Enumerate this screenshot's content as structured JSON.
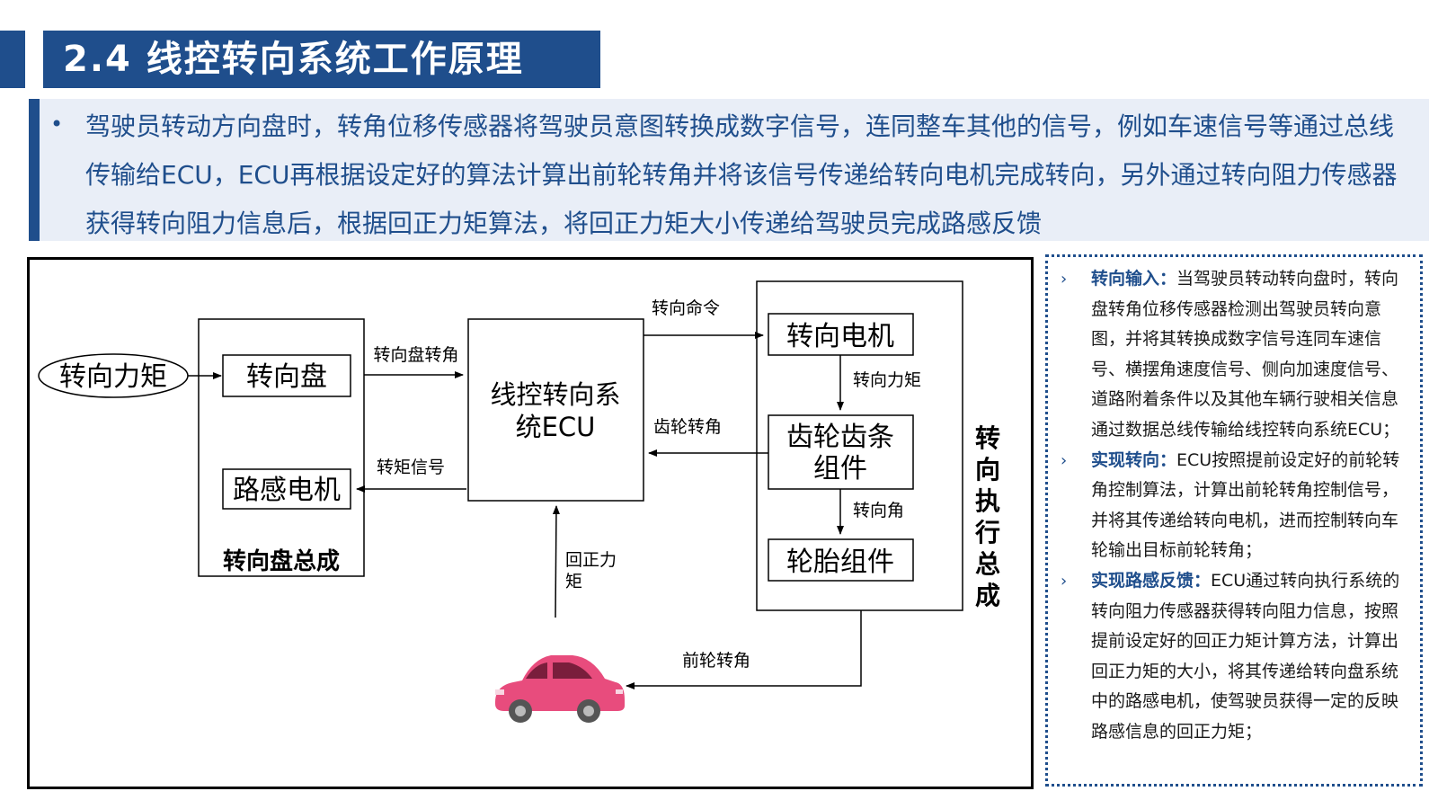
{
  "title": "2.4 线控转向系统工作原理",
  "intro": {
    "bullet": "•",
    "text": "驾驶员转动方向盘时，转角位移传感器将驾驶员意图转换成数字信号，连同整车其他的信号，例如车速信号等通过总线传输给ECU，ECU再根据设定好的算法计算出前轮转角并将该信号传递给转向电机完成转向，另外通过转向阻力传感器获得转向阻力信息后，根据回正力矩算法，将回正力矩大小传递给驾驶员完成路感反馈"
  },
  "diagram": {
    "input": "转向力矩",
    "steering_wheel": "转向盘",
    "feel_motor": "路感电机",
    "steering_assembly": "转向盘总成",
    "ecu_line1": "线控转向系",
    "ecu_line2": "统ECU",
    "motor": "转向电机",
    "rack_line1": "齿轮齿条",
    "rack_line2": "组件",
    "tire": "轮胎组件",
    "exec_assembly": [
      "转",
      "向",
      "执",
      "行",
      "总",
      "成"
    ],
    "labels": {
      "wheel_angle": "转向盘转角",
      "torque_signal": "转矩信号",
      "steer_cmd": "转向命令",
      "gear_angle": "齿轮转角",
      "steer_torque": "转向力矩",
      "steer_angle": "转向角",
      "return_torque_1": "回正力",
      "return_torque_2": "矩",
      "front_angle": "前轮转角"
    },
    "car_icon": "car-icon"
  },
  "side_panel": {
    "items": [
      {
        "head": "转向输入：",
        "text": "当驾驶员转动转向盘时，转向盘转角位移传感器检测出驾驶员转向意图，并将其转换成数字信号连同车速信号、横摆角速度信号、侧向加速度信号、道路附着条件以及其他车辆行驶相关信息通过数据总线传输给线控转向系统ECU；"
      },
      {
        "head": "实现转向：",
        "text": "ECU按照提前设定好的前轮转角控制算法，计算出前轮转角控制信号，并将其传递给转向电机，进而控制转向车轮输出目标前轮转角；"
      },
      {
        "head": "实现路感反馈：",
        "text": "ECU通过转向执行系统的转向阻力传感器获得转向阻力信息，按照提前设定好的回正力矩计算方法，计算出回正力矩的大小，将其传递给转向盘系统中的路感电机，使驾驶员获得一定的反映路感信息的回正力矩；"
      }
    ],
    "arrow": "›"
  },
  "colors": {
    "accent": "#1f4e8c",
    "intro_bg": "#e9eef7",
    "car": "#e84c7d"
  }
}
